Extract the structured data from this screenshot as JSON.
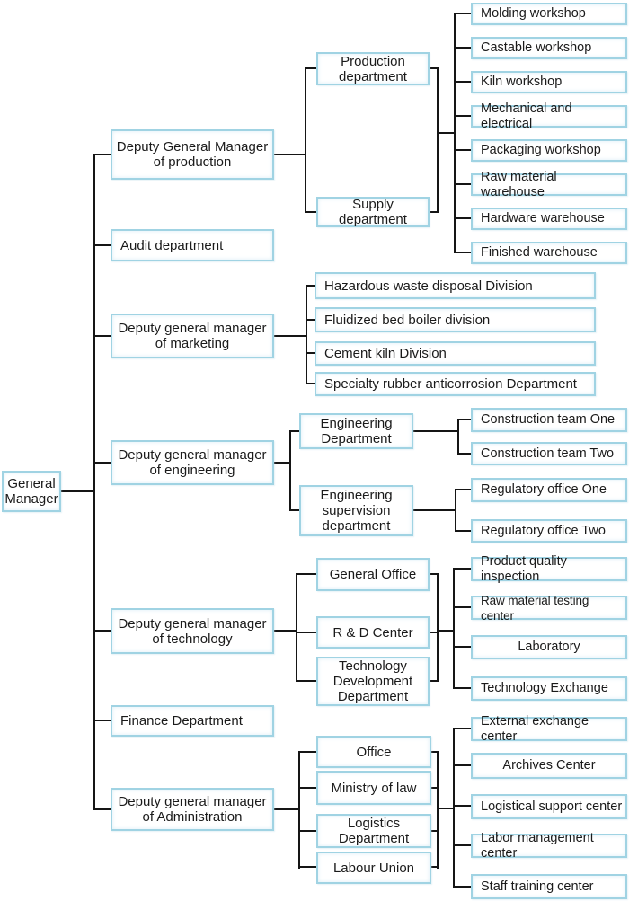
{
  "org": {
    "root": "General Manager",
    "level1": [
      "Deputy General Manager of production",
      "Audit department",
      "Deputy general manager of marketing",
      "Deputy general manager of engineering",
      "Deputy general manager of technology",
      "Finance Department",
      "Deputy general manager of Administration"
    ],
    "production": {
      "departments": [
        "Production department",
        "Supply department"
      ],
      "workshops": [
        "Molding workshop",
        "Castable workshop",
        "Kiln workshop",
        "Mechanical and electrical",
        "Packaging workshop",
        "Raw material warehouse",
        "Hardware warehouse",
        "Finished warehouse"
      ]
    },
    "marketing": {
      "divisions": [
        "Hazardous waste disposal Division",
        "Fluidized bed boiler division",
        "Cement kiln Division",
        "Specialty rubber anticorrosion Department"
      ]
    },
    "engineering": {
      "departments": [
        "Engineering Department",
        "Engineering supervision department"
      ],
      "construction_teams": [
        "Construction team One",
        "Construction team Two"
      ],
      "regulatory_offices": [
        "Regulatory office One",
        "Regulatory office Two"
      ]
    },
    "technology": {
      "departments": [
        "General Office",
        "R & D Center",
        "Technology Development Department"
      ],
      "centers": [
        "Product quality inspection",
        "Raw material testing center",
        "Laboratory",
        "Technology Exchange"
      ]
    },
    "administration": {
      "departments": [
        "Office",
        "Ministry of law",
        "Logistics Department",
        "Labour Union"
      ],
      "centers": [
        "External exchange center",
        "Archives Center",
        "Logistical support center",
        "Labor management center",
        "Staff training center"
      ]
    },
    "colors": {
      "box_border": "#a0d3e3",
      "line": "#151515",
      "text": "#1a1a1a"
    }
  }
}
